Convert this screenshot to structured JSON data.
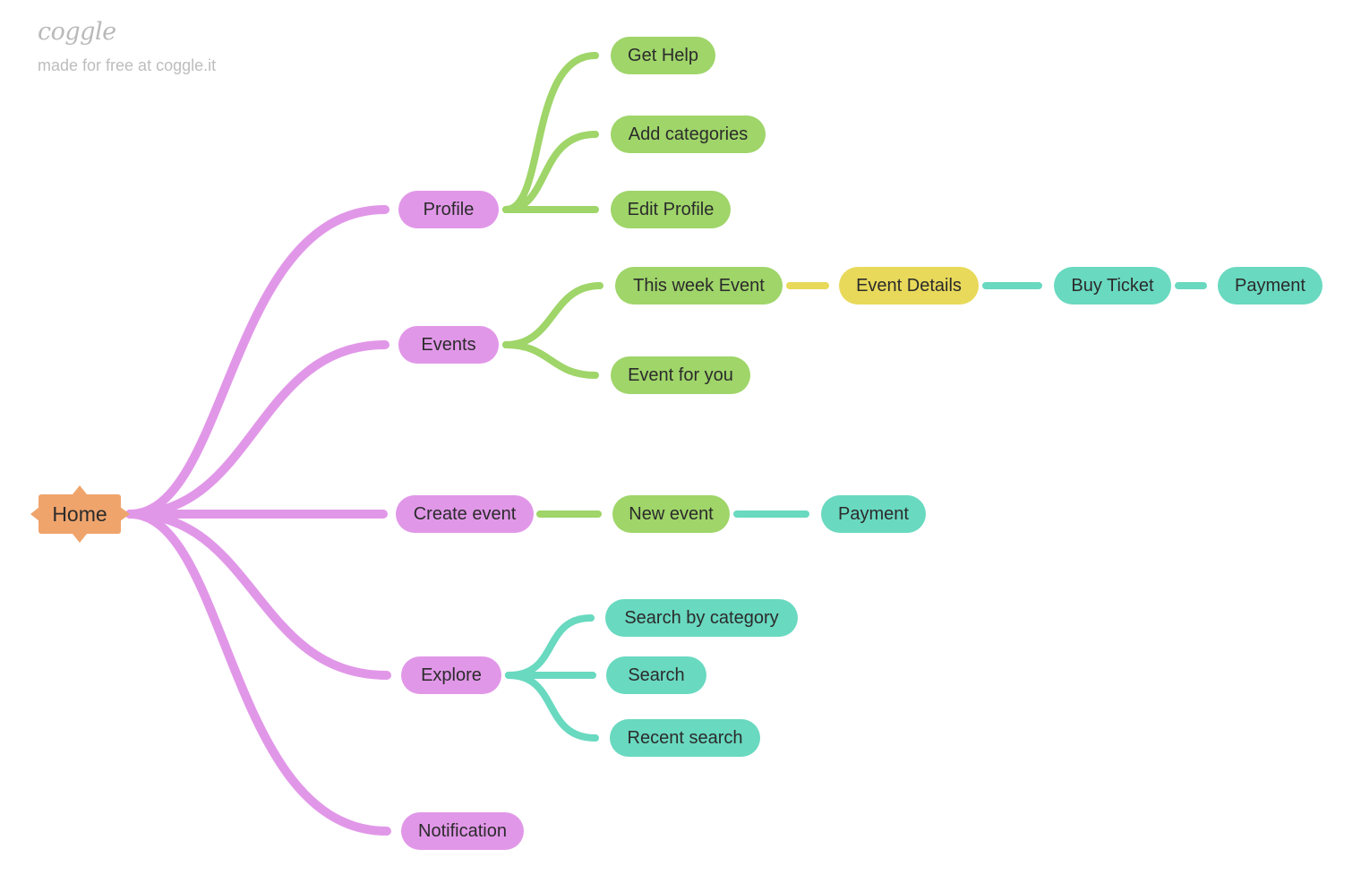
{
  "watermark": {
    "logo": "coggle",
    "text": "made for free at coggle.it"
  },
  "colors": {
    "root": "#efa46c",
    "pink": "#e197e8",
    "green": "#9fd569",
    "teal": "#69d9c0",
    "yellow": "#e8d95a"
  },
  "nodes": {
    "home": "Home",
    "profile": "Profile",
    "events": "Events",
    "create_event": "Create event",
    "explore": "Explore",
    "notification": "Notification",
    "get_help": "Get Help",
    "add_categories": "Add categories",
    "edit_profile": "Edit Profile",
    "this_week_event": "This week Event",
    "event_details": "Event Details",
    "buy_ticket": "Buy Ticket",
    "payment_1": "Payment",
    "event_for_you": "Event for you",
    "new_event": "New event",
    "payment_2": "Payment",
    "search_by_category": "Search by category",
    "search": "Search",
    "recent_search": "Recent search"
  }
}
